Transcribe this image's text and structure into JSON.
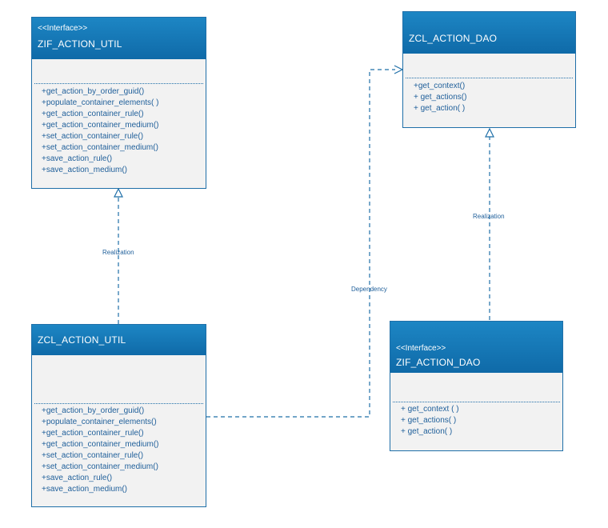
{
  "classes": {
    "zif_action_util": {
      "stereotype": "<<Interface>>",
      "name": "ZIF_ACTION_UTIL",
      "methods": [
        "+get_action_by_order_guid()",
        "+populate_container_elements( )",
        "+get_action_container_rule()",
        "+get_action_container_medium()",
        "+set_action_container_rule()",
        "+set_action_container_medium()",
        "+save_action_rule()",
        "+save_action_medium()"
      ]
    },
    "zcl_action_util": {
      "name": "ZCL_ACTION_UTIL",
      "methods": [
        "+get_action_by_order_guid()",
        "+populate_container_elements()",
        "+get_action_container_rule()",
        "+get_action_container_medium()",
        "+set_action_container_rule()",
        "+set_action_container_medium()",
        "+save_action_rule()",
        "+save_action_medium()"
      ]
    },
    "zcl_action_dao": {
      "name": "ZCL_ACTION_DAO",
      "methods": [
        "+get_context()",
        "+ get_actions()",
        "+ get_action( )"
      ]
    },
    "zif_action_dao": {
      "stereotype": "<<Interface>>",
      "name": "ZIF_ACTION_DAO",
      "methods": [
        "+ get_context ( )",
        "+ get_actions( )",
        "+ get_action( )"
      ]
    }
  },
  "connectors": {
    "realization_left": "Realization",
    "realization_right": "Realization",
    "dependency": "Dependency"
  },
  "colors": {
    "header": "#0f6aa8",
    "border": "#1f6fa8",
    "text": "#1f5f9a",
    "body": "#f2f2f2"
  }
}
